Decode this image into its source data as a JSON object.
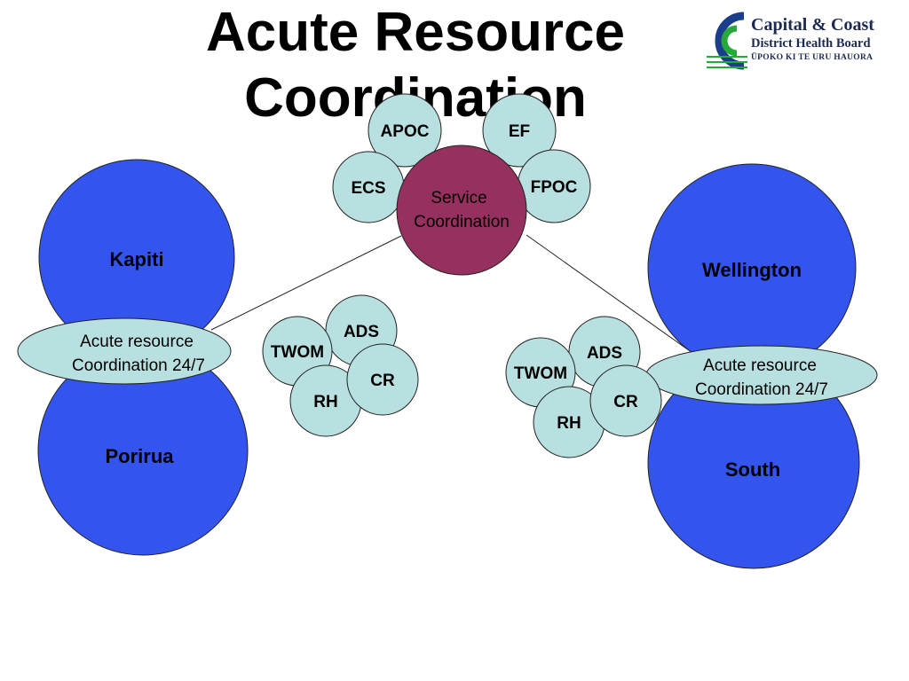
{
  "title": {
    "line1": "Acute Resource",
    "line2": "Coordination"
  },
  "logo": {
    "line1": "Capital & Coast",
    "line2": "District Health Board",
    "line3": "ŪPOKO KI TE URU HAUORA"
  },
  "colors": {
    "region_fill": "#3355ee",
    "small_fill": "#b8e0e0",
    "center_fill": "#96305e",
    "outline": "#222222"
  },
  "center": {
    "line1": "Service",
    "line2": "Coordination"
  },
  "top_services": [
    "APOC",
    "EF",
    "ECS",
    "FPOC"
  ],
  "regions": {
    "kapiti": "Kapiti",
    "porirua": "Porirua",
    "wellington": "Wellington",
    "south": "South"
  },
  "acute_label": {
    "line1": "Acute resource",
    "line2": "Coordination 24/7"
  },
  "cluster_services": [
    "ADS",
    "TWOM",
    "CR",
    "RH"
  ]
}
